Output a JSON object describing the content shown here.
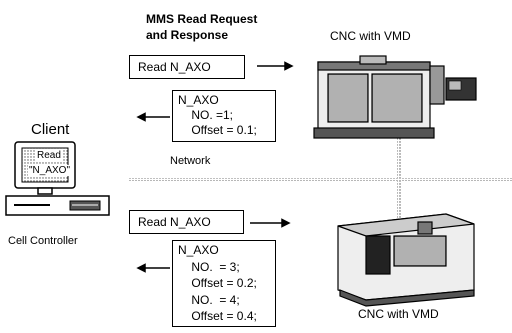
{
  "header": {
    "title_line1": "MMS Read Request",
    "title_line2": "and Response"
  },
  "client": {
    "title": "Client",
    "screen_line1": "Read",
    "screen_line2": "\"N_AXO\"",
    "caption": "Cell Controller"
  },
  "network_label": "Network",
  "top_exchange": {
    "request_label": "Read N_AXO",
    "response_lines": [
      "N_AXO",
      "    NO. =1;",
      "    Offset = 0.1;"
    ],
    "machine_label": "CNC with VMD"
  },
  "bottom_exchange": {
    "request_label": "Read N_AXO",
    "response_lines": [
      "N_AXO",
      "    NO.  = 3;",
      "    Offset = 0.2;",
      "    NO.  = 4;",
      "    Offset = 0.4;"
    ],
    "machine_label": "CNC with VMD"
  }
}
